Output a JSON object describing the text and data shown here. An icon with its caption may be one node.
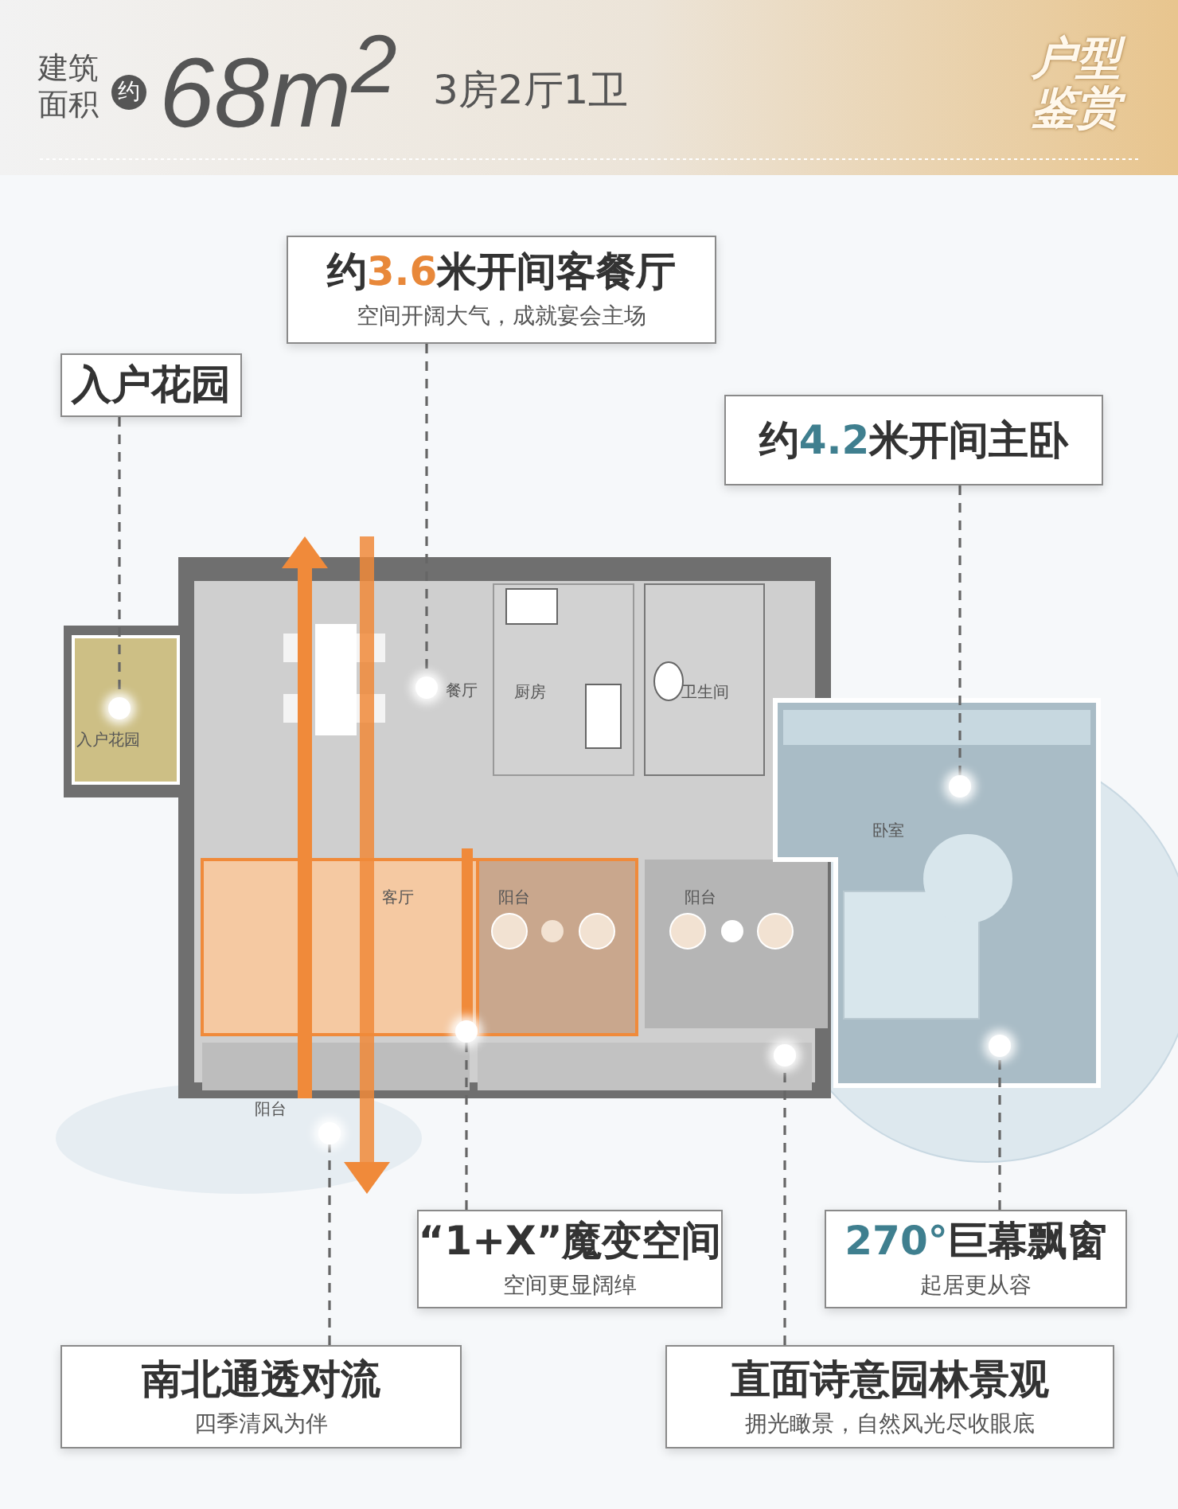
{
  "diagram": {
    "nodes": [
      {
        "text": [
          "入户花园"
        ]
      },
      {
        "text": [
          "约**3.6**米开间客餐厅",
          "空间开阔大气，成就宴会主场"
        ]
      },
      {
        "text": [
          "约**4.2**米开间主卧"
        ]
      },
      {
        "text": [
          "“1+X”魔变空间",
          "空间更显阔绰"
        ]
      },
      {
        "text": [
          "**270°**巨幕飘窗",
          "起居更从容"
        ]
      },
      {
        "text": [
          "南北通透对流",
          "四季清风为伴"
        ]
      },
      {
        "text": [
          "直面诗意园林景观",
          "拥光瞰景，自然风光尽收眼底"
        ]
      },
      {
        "text": [],
        "shape": "circle"
      },
      {
        "text": [],
        "shape": "circle"
      },
      {
        "text": [],
        "shape": "circle"
      },
      {
        "text": [],
        "shape": "circle"
      },
      {
        "text": [],
        "shape": "circle"
      },
      {
        "text": [],
        "shape": "circle"
      },
      {
        "text": [],
        "shape": "circle"
      }
    ],
    "edges": [
      {
        "from": 0,
        "to": 7,
        "arrow": "none",
        "style": "dashed"
      },
      {
        "from": 1,
        "to": 8,
        "arrow": "none",
        "style": "dashed"
      },
      {
        "from": 2,
        "to": 9,
        "arrow": "none",
        "style": "dashed"
      },
      {
        "from": 3,
        "to": 10,
        "arrow": "none",
        "style": "dashed"
      },
      {
        "from": 4,
        "to": 11,
        "arrow": "none",
        "style": "dashed"
      },
      {
        "from": 5,
        "to": 12,
        "arrow": "none",
        "style": "dashed"
      },
      {
        "from": 6,
        "to": 13,
        "arrow": "none",
        "style": "dashed"
      }
    ],
    "labels": [
      "建筑面积",
      "约",
      "68m$^{2}$",
      "3房2厅1卫",
      "户型鉴赏",
      "入户花园",
      "餐厅",
      "厨房",
      "卫生间",
      "客厅",
      "阳台",
      "阳台",
      "卧室",
      "阳台"
    ]
  }
}
